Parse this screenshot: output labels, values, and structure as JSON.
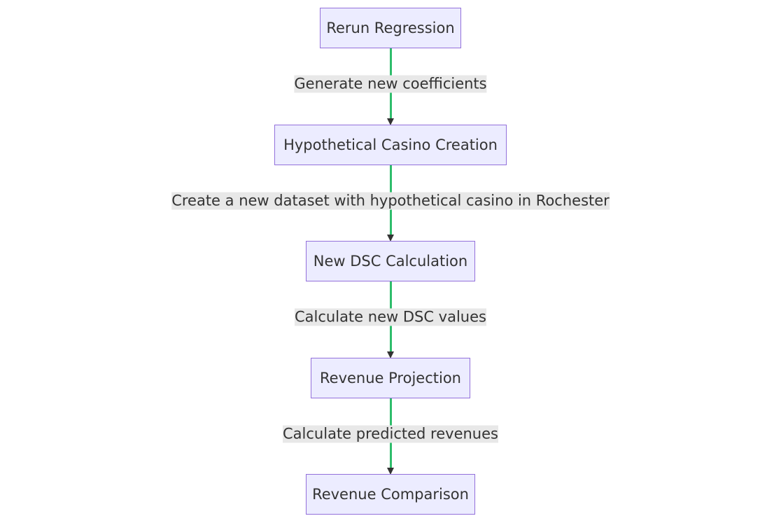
{
  "diagram": {
    "nodes": [
      {
        "id": "rerun-regression",
        "label": "Rerun Regression"
      },
      {
        "id": "hypothetical-casino-creation",
        "label": "Hypothetical Casino Creation"
      },
      {
        "id": "new-dsc-calculation",
        "label": "New DSC Calculation"
      },
      {
        "id": "revenue-projection",
        "label": "Revenue Projection"
      },
      {
        "id": "revenue-comparison",
        "label": "Revenue Comparison"
      }
    ],
    "edges": [
      {
        "from": "rerun-regression",
        "to": "hypothetical-casino-creation",
        "label": "Generate new coefficients"
      },
      {
        "from": "hypothetical-casino-creation",
        "to": "new-dsc-calculation",
        "label": "Create a new dataset with hypothetical casino in Rochester"
      },
      {
        "from": "new-dsc-calculation",
        "to": "revenue-projection",
        "label": "Calculate new DSC values"
      },
      {
        "from": "revenue-projection",
        "to": "revenue-comparison",
        "label": "Calculate predicted revenues"
      }
    ],
    "colors": {
      "node_fill": "#ececff",
      "node_border": "#9370db",
      "edge_line": "#2ebd6b",
      "arrowhead": "#333333",
      "label_background": "#e8e8e8",
      "text": "#333333"
    }
  }
}
